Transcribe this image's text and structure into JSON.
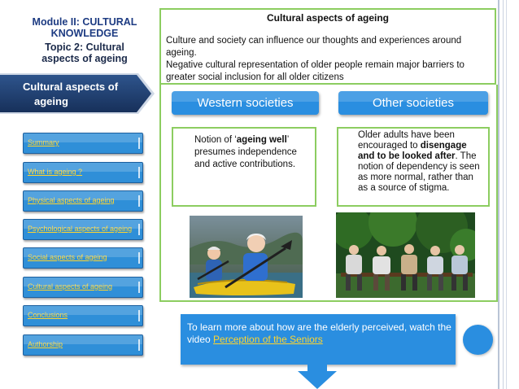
{
  "sidebar": {
    "module_title_line1": "Module II: CULTURAL",
    "module_title_line2": "KNOWLEDGE",
    "topic_line1": "Topic 2: Cultural",
    "topic_line2": "aspects of ageing",
    "banner_line1": "Cultural aspects of",
    "banner_line2": "ageing",
    "nav": [
      {
        "label": "Summary"
      },
      {
        "label": "What is  ageing ?"
      },
      {
        "label": "Physical  aspects of  ageing"
      },
      {
        "label": "Psychological aspects of ageing"
      },
      {
        "label": "Social aspects of ageing"
      },
      {
        "label": "Cultural aspects of ageing"
      },
      {
        "label": "Conclusions"
      },
      {
        "label": "Authorship"
      }
    ]
  },
  "main": {
    "title": "Cultural aspects of  ageing",
    "paragraph1": "Culture and society can influence our thoughts and experiences around ageing.",
    "paragraph2": " Negative cultural representation of older people remain major barriers to greater social inclusion for all older citizens",
    "western_label": "Western societies",
    "other_label": "Other societies",
    "western_text": {
      "part1": "Notion of ‘",
      "bold": "ageing well",
      "part2": "’ presumes independence and active contributions."
    },
    "other_text": {
      "part1": "Older adults have been encouraged to ",
      "bold": "disengage and to be looked after",
      "part2": ". The notion of dependency is seen as more normal, rather than as a source of stigma."
    },
    "video": {
      "text": "To learn more about  how are the elderly perceived, watch the video ",
      "link": "Perception of the Seniors"
    }
  },
  "colors": {
    "accent_blue": "#2a8ee0",
    "frame_green": "#8ccd60",
    "banner_navy": "#1f3b66",
    "link_yellow": "#ffd52e",
    "title_blue": "#1d3b82"
  }
}
